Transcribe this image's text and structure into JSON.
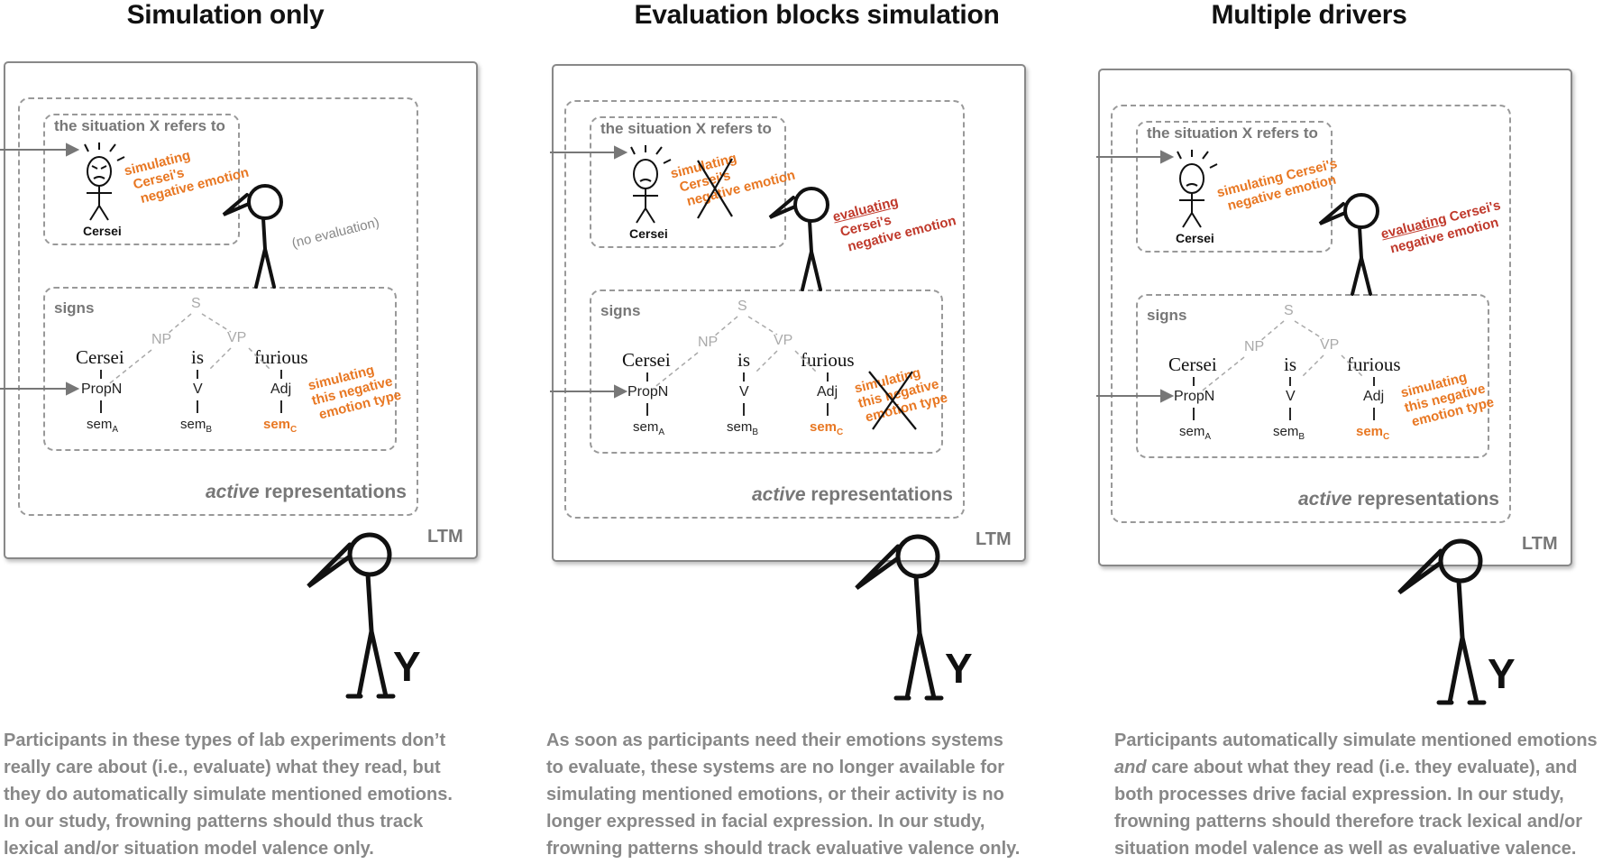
{
  "panels": [
    {
      "title": "Simulation only",
      "situation_label": "the situation X refers to",
      "person_name": "Cersei",
      "sim_text_1": [
        "simulating",
        "Cersei's",
        "negative emotion"
      ],
      "observer_note": "(no evaluation)",
      "signs_label": "signs",
      "tree": {
        "S": "S",
        "NP": "NP",
        "VP": "VP"
      },
      "words": [
        "Cersei",
        "is",
        "furious"
      ],
      "cats": [
        "PropN",
        "V",
        "Adj"
      ],
      "sems": [
        "sem",
        "sem",
        "sem"
      ],
      "subs": [
        "A",
        "B",
        "C"
      ],
      "sim_text_2": [
        "simulating",
        "this negative",
        "emotion type"
      ],
      "active_em": "active",
      "active_rest": "representations",
      "ltm": "LTM",
      "y": "Y",
      "desc": [
        "Participants in these types of lab experiments don’t",
        "really care about (i.e., evaluate) what they read, but",
        "they do automatically simulate mentioned emotions.",
        "In our study, frowning patterns should thus track",
        "lexical and/or situation model valence only."
      ]
    },
    {
      "title": "Evaluation blocks simulation",
      "situation_label": "the situation X refers to",
      "person_name": "Cersei",
      "sim_text_1": [
        "simulating",
        "Cersei's",
        "negative emotion"
      ],
      "eval_text": [
        "evaluating",
        "Cersei's",
        "negative emotion"
      ],
      "signs_label": "signs",
      "tree": {
        "S": "S",
        "NP": "NP",
        "VP": "VP"
      },
      "words": [
        "Cersei",
        "is",
        "furious"
      ],
      "cats": [
        "PropN",
        "V",
        "Adj"
      ],
      "sems": [
        "sem",
        "sem",
        "sem"
      ],
      "subs": [
        "A",
        "B",
        "C"
      ],
      "sim_text_2": [
        "simulating",
        "this negative",
        "emotion type"
      ],
      "active_em": "active",
      "active_rest": "representations",
      "ltm": "LTM",
      "y": "Y",
      "desc": [
        "As soon as participants need their emotions systems",
        "to evaluate, these systems are no longer available for",
        "simulating mentioned emotions, or their activity is no",
        "longer expressed in facial expression. In our study,",
        "frowning patterns should track evaluative valence only."
      ]
    },
    {
      "title": "Multiple drivers",
      "situation_label": "the situation X refers to",
      "person_name": "Cersei",
      "sim_text_1": [
        "simulating Cersei's",
        "negative emotion"
      ],
      "eval_text": [
        "evaluating",
        "Cersei's",
        "negative emotion"
      ],
      "signs_label": "signs",
      "tree": {
        "S": "S",
        "NP": "NP",
        "VP": "VP"
      },
      "words": [
        "Cersei",
        "is",
        "furious"
      ],
      "cats": [
        "PropN",
        "V",
        "Adj"
      ],
      "sems": [
        "sem",
        "sem",
        "sem"
      ],
      "subs": [
        "A",
        "B",
        "C"
      ],
      "sim_text_2": [
        "simulating",
        "this negative",
        "emotion type"
      ],
      "active_em": "active",
      "active_rest": "representations",
      "ltm": "LTM",
      "y": "Y",
      "desc": [
        "Participants automatically simulate mentioned emotions",
        "and care about what they read (i.e. they evaluate), and",
        "both processes drive facial expression. In our study,",
        "frowning patterns should therefore track lexical and/or",
        "situation model valence as well as evaluative valence."
      ],
      "desc_em_line1": "and",
      "desc_rest_line1": " care about what they read (i.e. they evaluate), and"
    }
  ],
  "colors": {
    "accent_orange": "#e87722",
    "accent_red": "#c0392b",
    "label_gray": "#777777"
  }
}
